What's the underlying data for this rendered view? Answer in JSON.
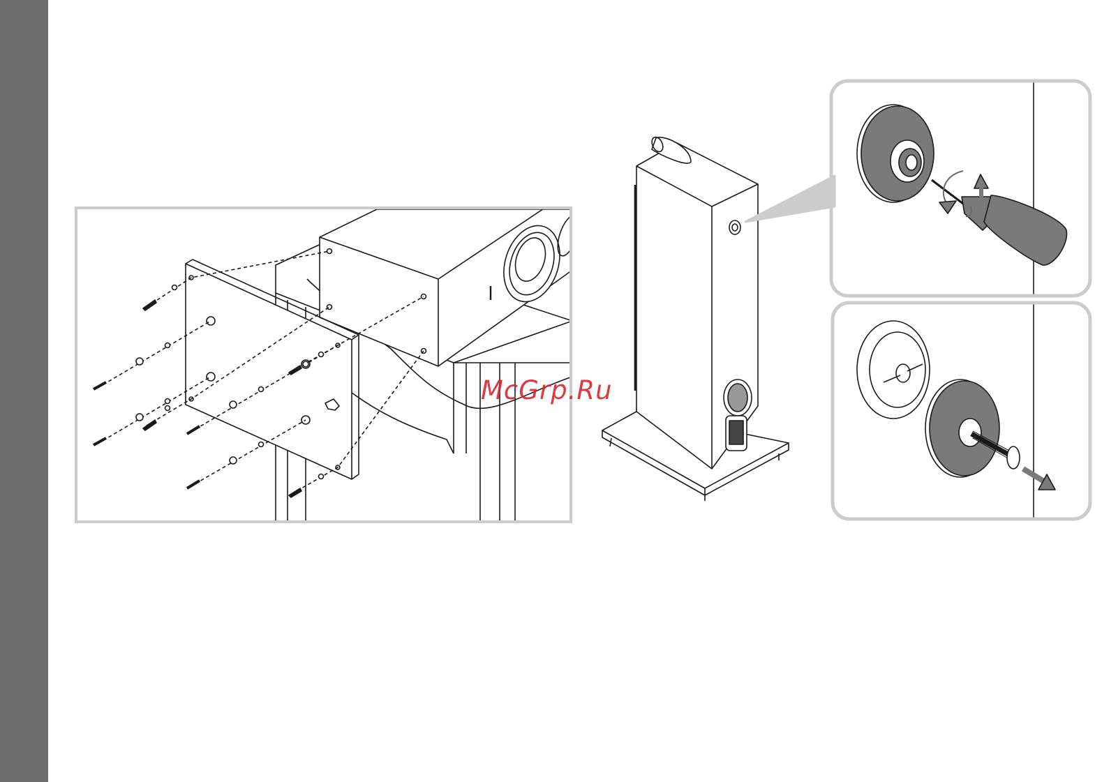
{
  "page": {
    "sidebar_color": "#6d6d6d",
    "background": "#ffffff"
  },
  "figures": {
    "mounting_detail": {
      "frame_color": "#cccccc",
      "icon": "wall-mount-bracket-exploded-view"
    },
    "speaker": {
      "icon": "floor-standing-speaker-with-stand"
    },
    "top_inset": {
      "icon": "screwdriver-loosening-cap",
      "fill": "#7a7a7a"
    },
    "bottom_inset": {
      "icon": "cap-removal-with-screw",
      "fill": "#7a7a7a"
    }
  },
  "watermark": {
    "text": "McGrp.Ru",
    "color": "#d8262c"
  }
}
